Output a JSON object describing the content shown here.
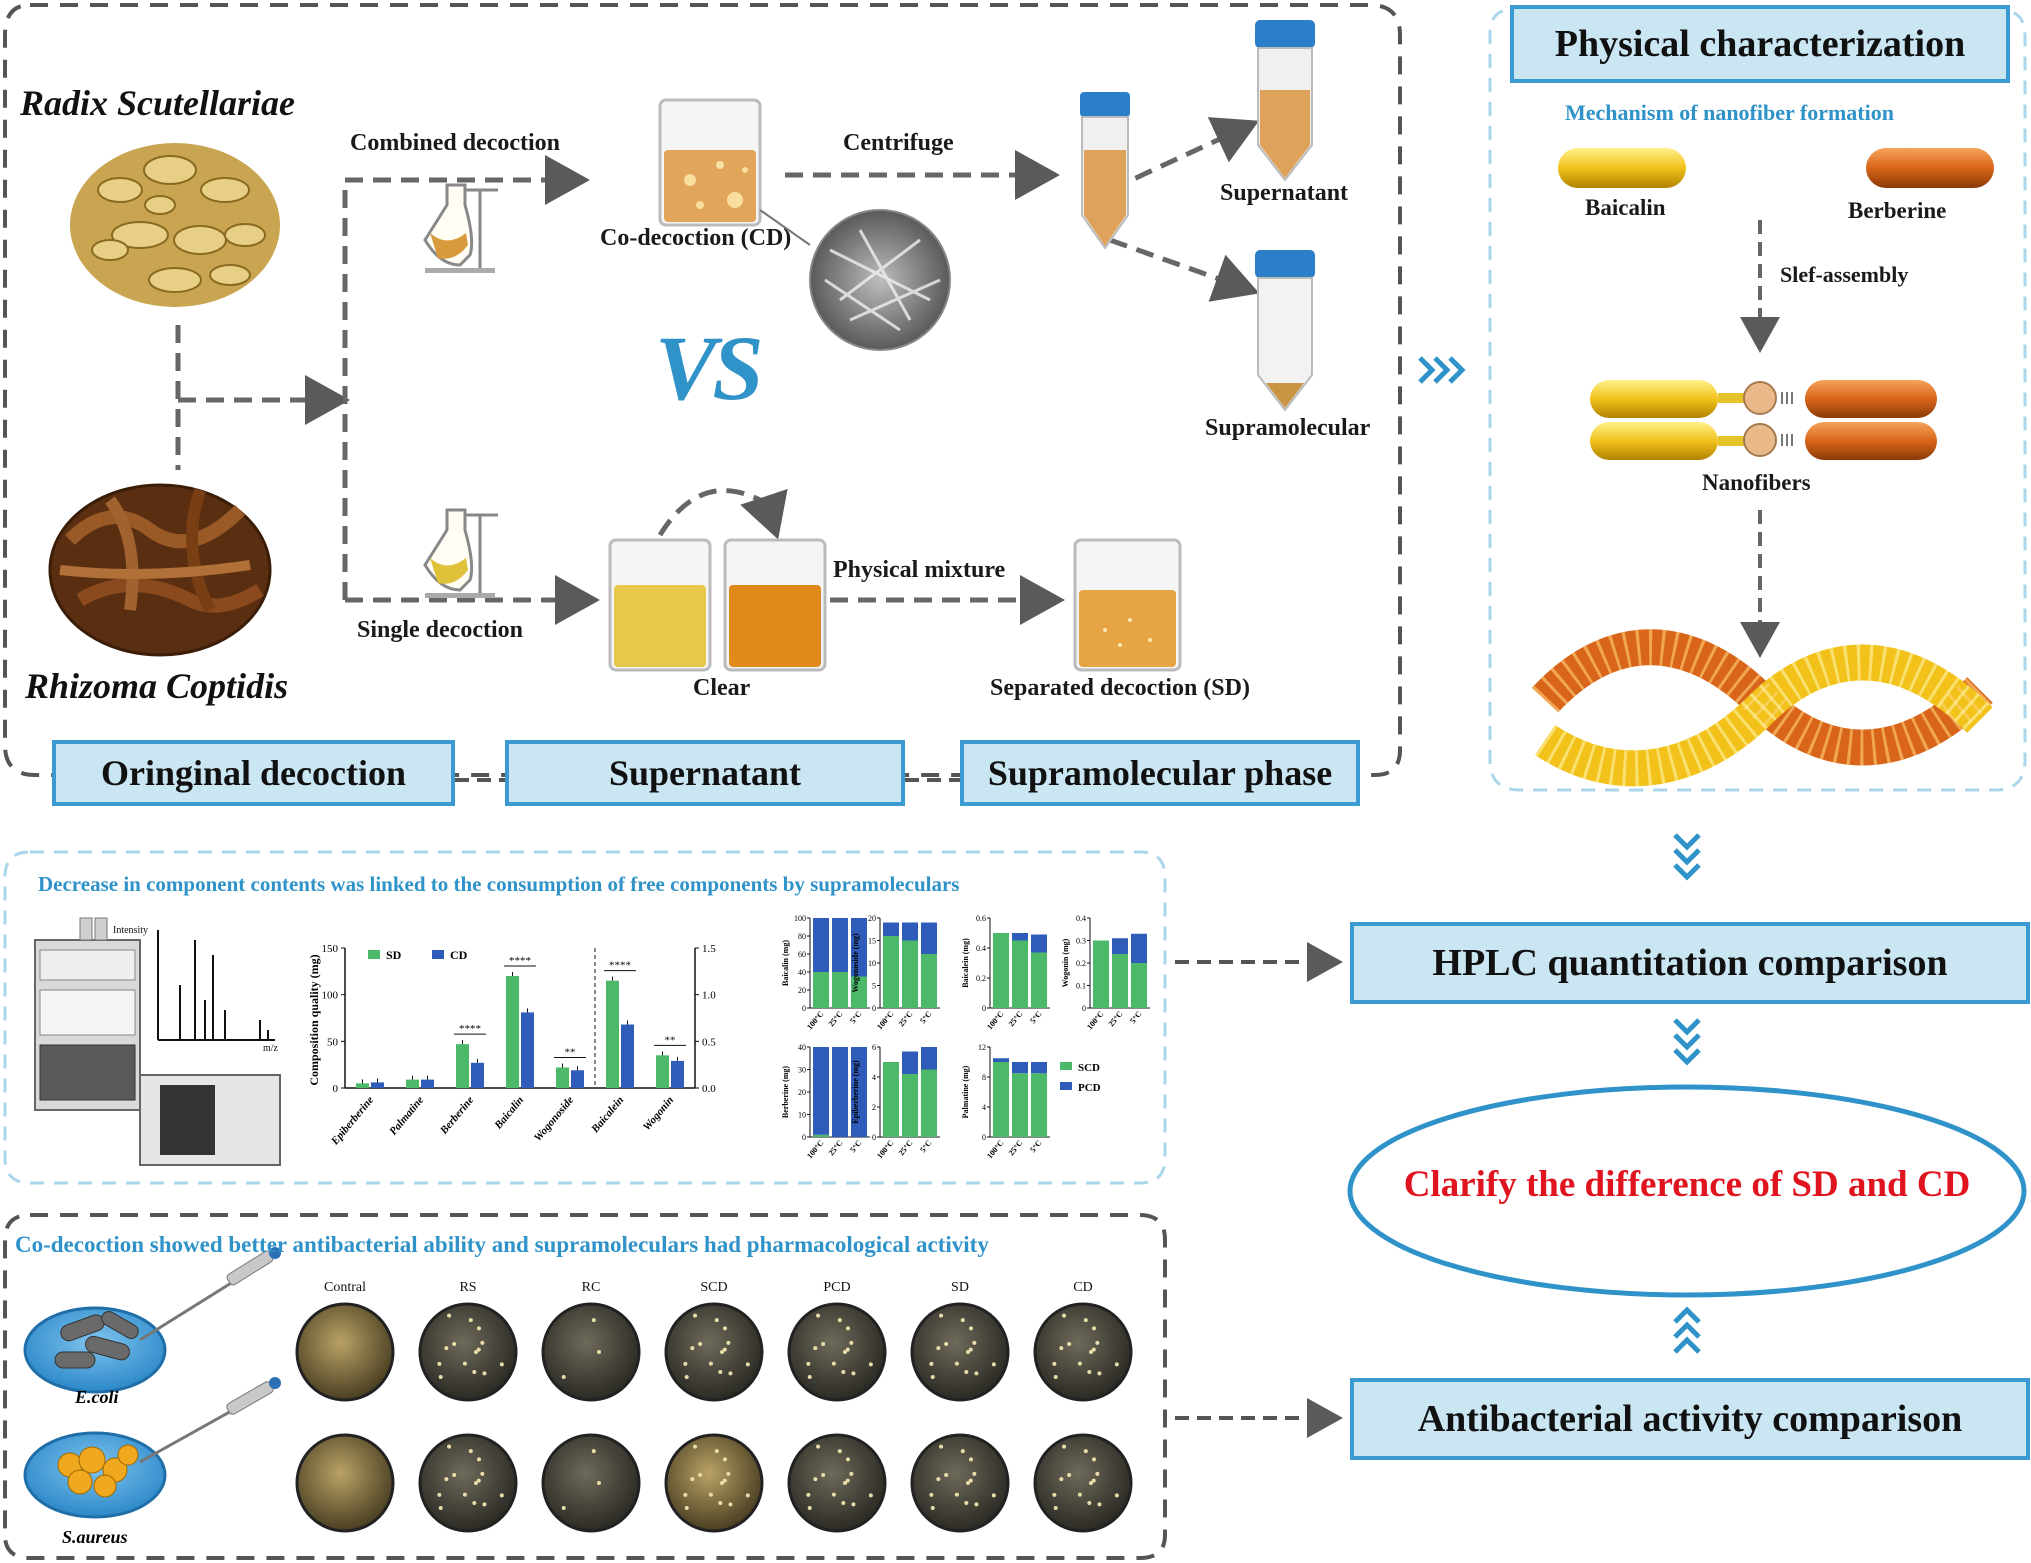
{
  "top_panel": {
    "herb1": "Radix Scutellariae",
    "herb2": "Rhizoma Coptidis",
    "combined_decoction": "Combined decoction",
    "co_decoction": "Co-decoction (CD)",
    "centrifuge": "Centrifuge",
    "supernatant_tube": "Supernatant",
    "supramolecular_tube": "Supramolecular",
    "vs": "VS",
    "single_decoction": "Single decoction",
    "clear": "Clear",
    "physical_mixture": "Physical mixture",
    "separated_decoction": "Separated decoction (SD)",
    "box_original": "Oringinal decoction",
    "box_supernatant": "Supernatant",
    "box_supramolecular": "Supramolecular phase"
  },
  "right_panel": {
    "title": "Physical characterization",
    "subtitle": "Mechanism of nanofiber formation",
    "baicalin": "Baicalin",
    "berberine": "Berberine",
    "self_assembly": "Slef-assembly",
    "nanofibers": "Nanofibers",
    "hplc_box": "HPLC quantitation comparison",
    "clarify": "Clarify the difference of SD and CD",
    "antibacterial_box": "Antibacterial activity comparison",
    "colors": {
      "accent": "#3a9ad1",
      "box_fill": "#c9e6f2",
      "clarify_text": "#e0141e",
      "baicalin": "#f2c21b",
      "berberine": "#d9651a"
    }
  },
  "middle_panel": {
    "caption": "Decrease in component contents was linked to the consumption of free components by supramoleculars",
    "chromatogram": {
      "ylabel": "Intensity",
      "xlabel": "m/z"
    }
  },
  "bottom_panel": {
    "caption": "Co-decoction showed better antibacterial ability and supramoleculars had pharmacological activity",
    "bacteria": [
      "E.coli",
      "S.aureus"
    ],
    "plate_columns": [
      "Contral",
      "RS",
      "RC",
      "SCD",
      "PCD",
      "SD",
      "CD"
    ]
  },
  "chart_data": [
    {
      "type": "bar",
      "title": "",
      "ylabel": "Composition quality (mg)",
      "categories": [
        "Epiberberine",
        "Palmatine",
        "Berberine",
        "Baicalin",
        "Wogonoside",
        "Baicalein",
        "Wogonin"
      ],
      "left_axis": {
        "ylim": [
          0,
          150
        ],
        "ticks": [
          0,
          50,
          100,
          150
        ]
      },
      "right_axis": {
        "ylim": [
          0,
          1.5
        ],
        "ticks": [
          0.0,
          0.5,
          1.0,
          1.5
        ]
      },
      "series": [
        {
          "name": "SD",
          "color": "#4cb86a",
          "values": [
            5,
            9,
            47,
            120,
            22,
            1.15,
            0.35
          ]
        },
        {
          "name": "CD",
          "color": "#2e5cb8",
          "values": [
            6,
            9,
            27,
            81,
            19,
            0.68,
            0.29
          ]
        }
      ],
      "significance": [
        "",
        "",
        "****",
        "****",
        "**",
        "****",
        "**"
      ]
    },
    {
      "type": "bar",
      "stacked": true,
      "legend": [
        "SCD",
        "PCD"
      ],
      "temperatures": [
        "100°C",
        "25°C",
        "5°C"
      ],
      "panels": [
        {
          "ylabel": "Baicalin (mg)",
          "ylim": [
            0,
            100
          ],
          "ticks": [
            0,
            20,
            40,
            60,
            80,
            100
          ],
          "SCD": [
            40,
            40,
            35
          ],
          "PCD": [
            60,
            60,
            65
          ]
        },
        {
          "ylabel": "Wogonoside (mg)",
          "ylim": [
            0,
            20
          ],
          "ticks": [
            0,
            5,
            10,
            15,
            20
          ],
          "SCD": [
            16,
            15,
            12
          ],
          "PCD": [
            3,
            4,
            7
          ]
        },
        {
          "ylabel": "Baicalein (mg)",
          "ylim": [
            0,
            0.6
          ],
          "ticks": [
            0.0,
            0.2,
            0.4,
            0.6
          ],
          "SCD": [
            0.5,
            0.45,
            0.37
          ],
          "PCD": [
            0.0,
            0.05,
            0.12
          ]
        },
        {
          "ylabel": "Wogonin (mg)",
          "ylim": [
            0,
            0.4
          ],
          "ticks": [
            0.0,
            0.1,
            0.2,
            0.3,
            0.4
          ],
          "SCD": [
            0.3,
            0.24,
            0.2
          ],
          "PCD": [
            0.0,
            0.07,
            0.13
          ]
        },
        {
          "ylabel": "Berberine (mg)",
          "ylim": [
            0,
            40
          ],
          "ticks": [
            0,
            10,
            20,
            30,
            40
          ],
          "SCD": [
            1,
            0,
            0
          ],
          "PCD": [
            39,
            40,
            40
          ]
        },
        {
          "ylabel": "Epiberberine (mg)",
          "ylim": [
            0,
            6
          ],
          "ticks": [
            0,
            2,
            4,
            6
          ],
          "SCD": [
            5,
            4.2,
            4.5
          ],
          "PCD": [
            0,
            1.5,
            1.5
          ]
        },
        {
          "ylabel": "Palmatine (mg)",
          "ylim": [
            0,
            12
          ],
          "ticks": [
            0,
            4,
            8,
            12
          ],
          "SCD": [
            10,
            8.5,
            8.5
          ],
          "PCD": [
            0.5,
            1.5,
            1.5
          ]
        }
      ]
    }
  ]
}
